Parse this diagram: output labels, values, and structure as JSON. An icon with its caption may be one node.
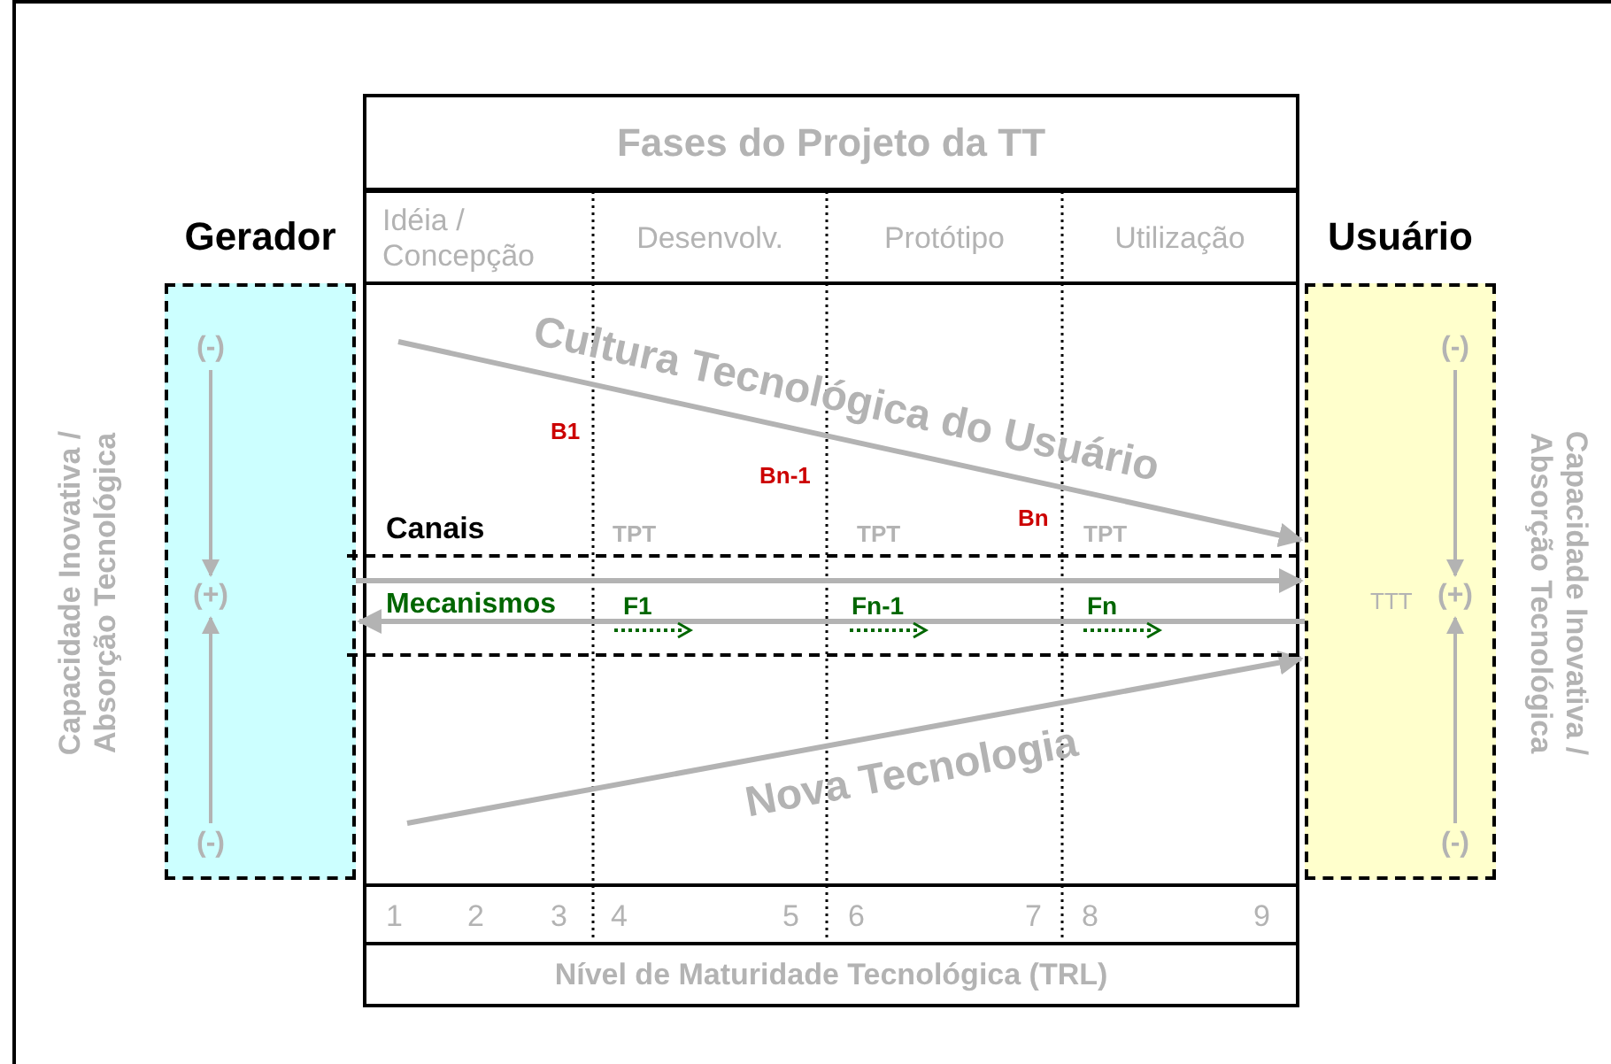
{
  "diagram": {
    "nodes": [
      {
        "text": [
          "Gerador"
        ]
      },
      {
        "text": [
          "(-)"
        ],
        "in": 0
      },
      {
        "text": [
          "(+)"
        ],
        "in": 0
      },
      {
        "text": [
          "(-)"
        ],
        "in": 0
      },
      {
        "text": [
          "Usuário"
        ]
      },
      {
        "text": [
          "(-)"
        ],
        "in": 4
      },
      {
        "text": [
          "(+)"
        ],
        "in": 4
      },
      {
        "text": [
          "(-)"
        ],
        "in": 4
      },
      {
        "text": [
          "Fases do Projeto da TT"
        ]
      },
      {
        "text": [
          "Idéia / Concepção"
        ]
      },
      {
        "text": [
          "Desenvolv."
        ]
      },
      {
        "text": [
          "Protótipo"
        ]
      },
      {
        "text": [
          "Utilização"
        ]
      },
      {
        "text": [
          "Canais",
          "Mecanismos"
        ]
      },
      {
        "text": [
          "Nível de Maturidade Tecnológica (TRL)"
        ]
      }
    ],
    "edges": [
      {
        "from": null,
        "to": 4,
        "arrow": "to",
        "label": "Cultura Tecnológica do Usuário"
      },
      {
        "from": null,
        "to": 4,
        "arrow": "to",
        "label": "Nova Tecnologia"
      },
      {
        "from": 0,
        "to": 4,
        "arrow": "to"
      },
      {
        "from": 4,
        "to": 0,
        "arrow": "to"
      },
      {
        "from": 1,
        "to": 2,
        "arrow": "to"
      },
      {
        "from": 3,
        "to": 2,
        "arrow": "to"
      },
      {
        "from": 5,
        "to": 6,
        "arrow": "to"
      },
      {
        "from": 7,
        "to": 6,
        "arrow": "to"
      }
    ],
    "labels": [
      "Capacidade Inovativa / Absorção Tecnológica",
      "B1",
      "Bn-1",
      "Bn",
      "TPT",
      "TPT",
      "TPT",
      "F1",
      "Fn-1",
      "Fn",
      "TTT",
      "Capacidade Inovativa / Absorção Tecnológica",
      "1",
      "2",
      "3",
      "4",
      "5",
      "6",
      "7",
      "8",
      "9"
    ]
  }
}
